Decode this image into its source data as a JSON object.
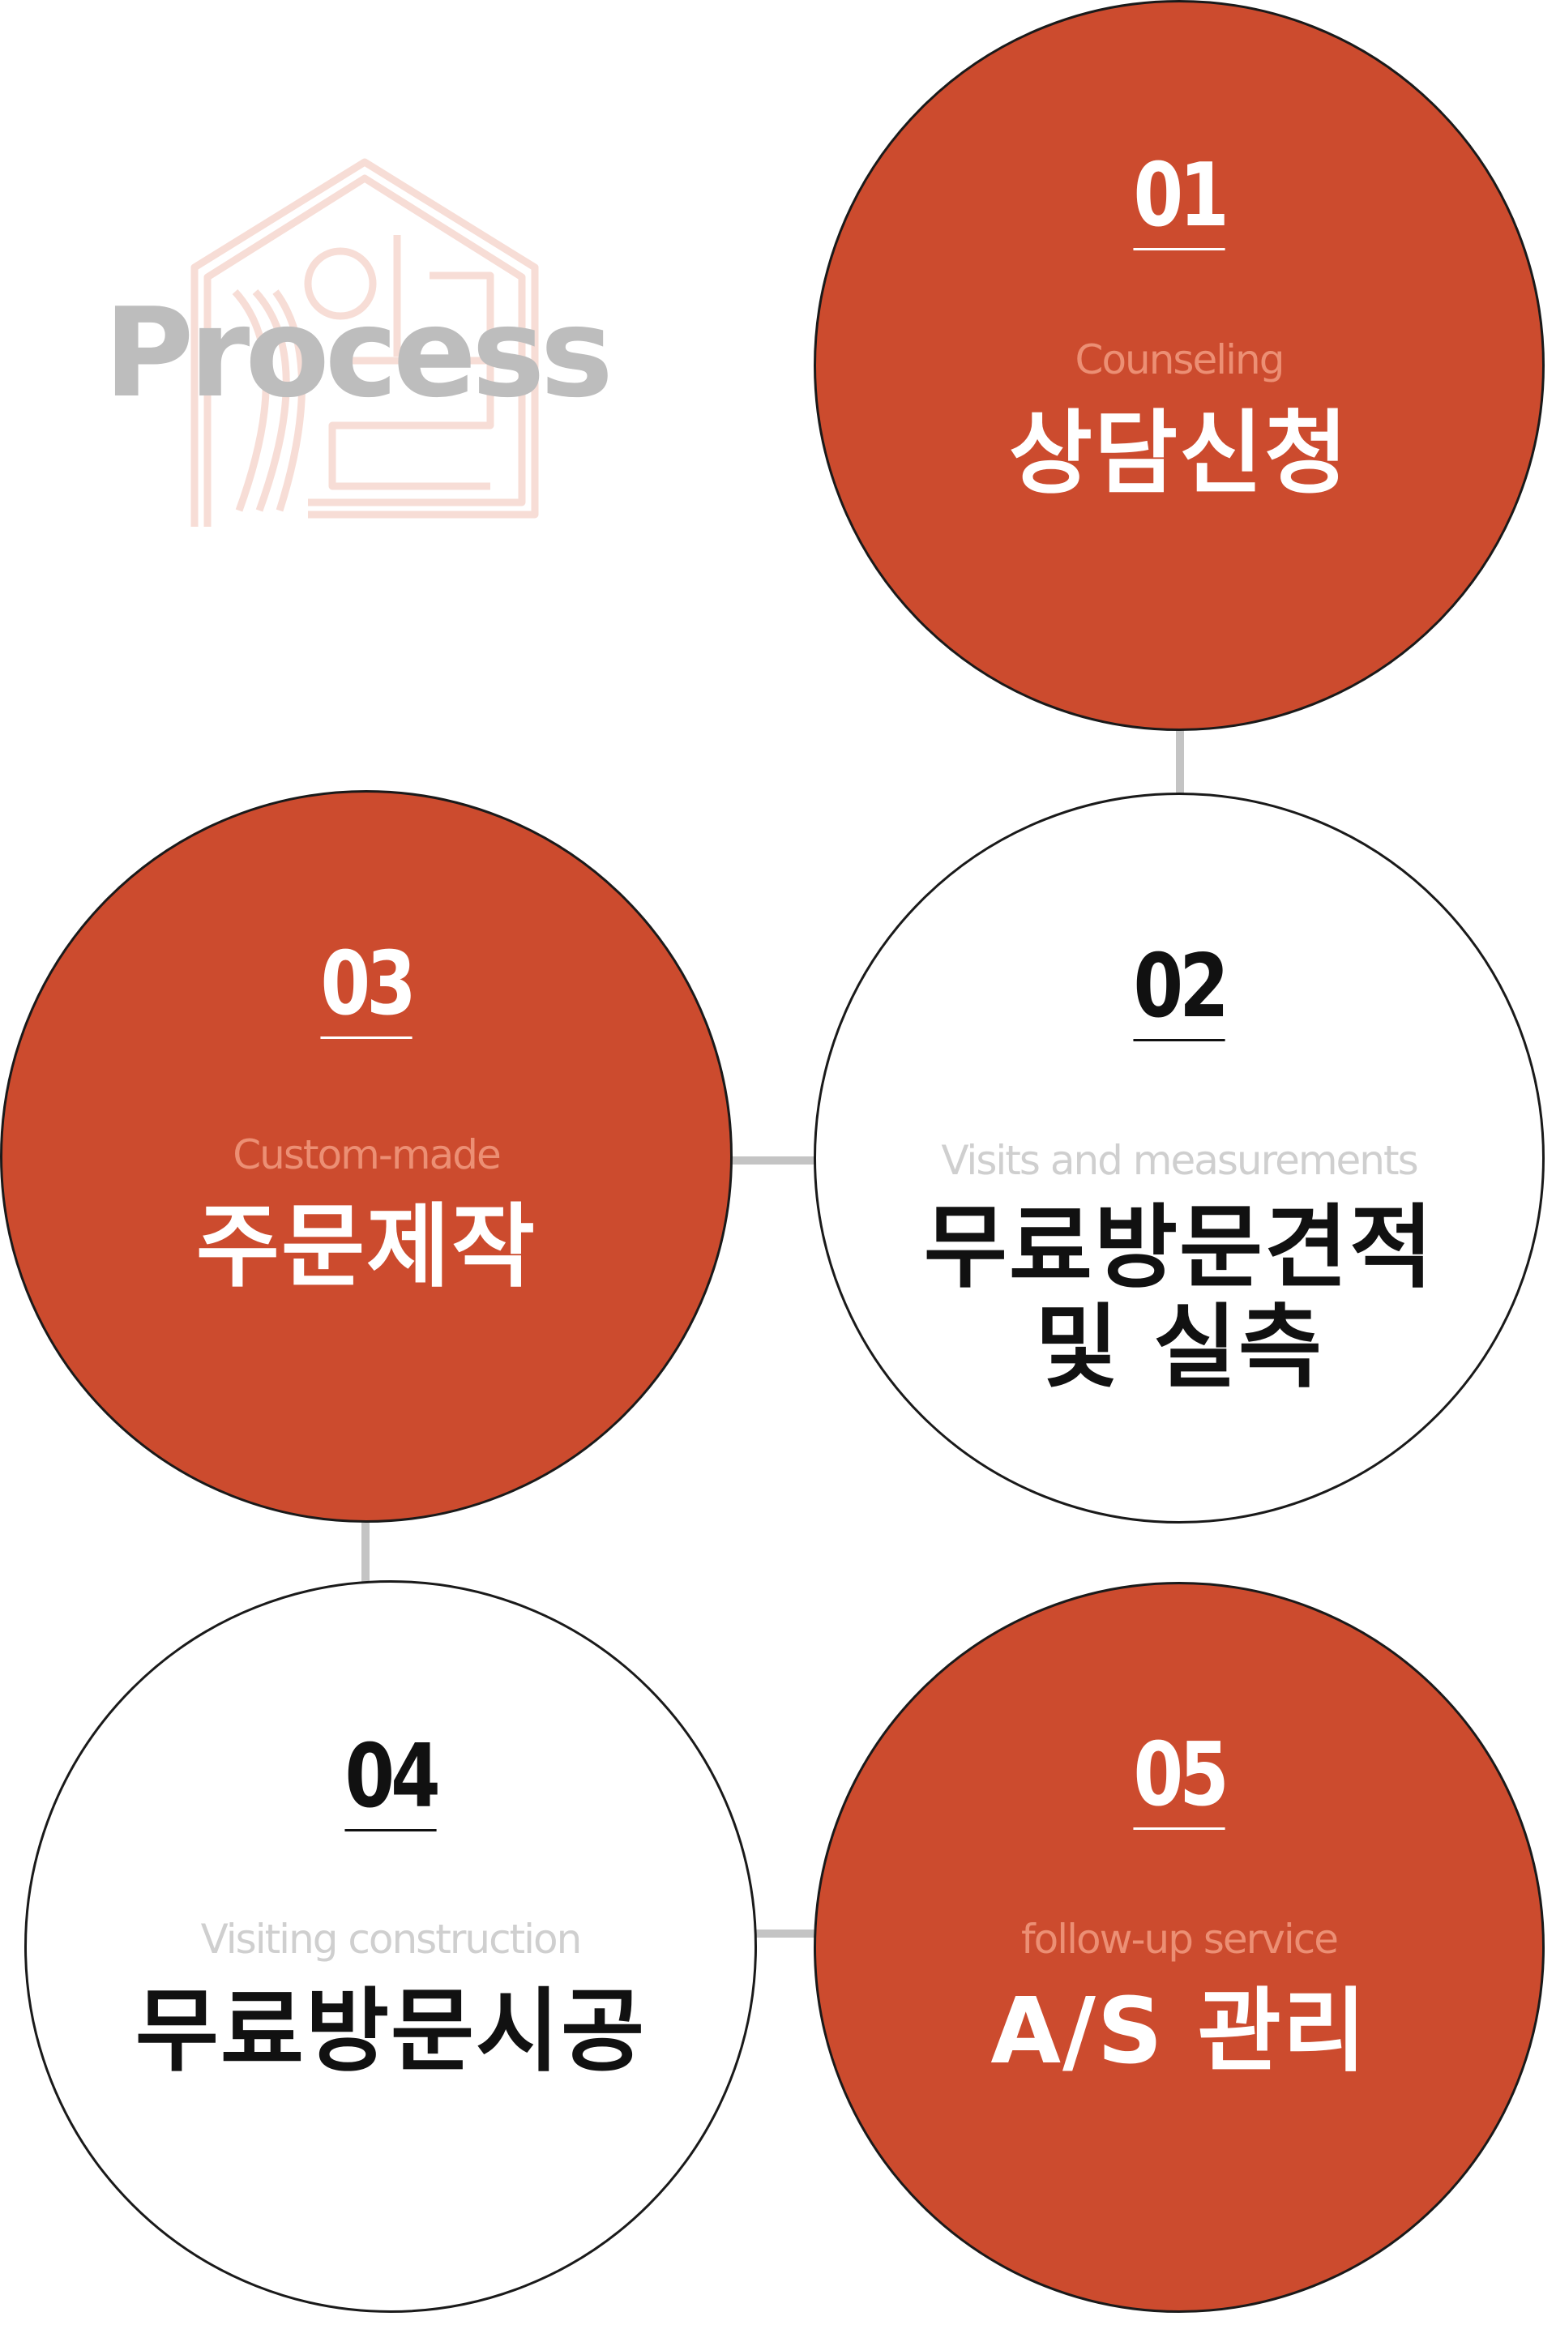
{
  "header": {
    "title": "Process"
  },
  "colors": {
    "accent": "#cc4b2e",
    "accent_sub": "#ec8f74",
    "white_sub": "#cfcfcf",
    "connector": "#c4c4c4"
  },
  "steps": [
    {
      "number": "01",
      "subtitle": "Counseling",
      "title": "상담신청",
      "variant": "red"
    },
    {
      "number": "02",
      "subtitle": "Visits and measurements",
      "title_line1": "무료방문견적",
      "title_line2": "및 실측",
      "variant": "white"
    },
    {
      "number": "03",
      "subtitle": "Custom-made",
      "title": "주문제작",
      "variant": "red"
    },
    {
      "number": "04",
      "subtitle": "Visiting construction",
      "title": "무료방문시공",
      "variant": "white"
    },
    {
      "number": "05",
      "subtitle": "follow-up service",
      "title": "A/S 관리",
      "variant": "red"
    }
  ]
}
